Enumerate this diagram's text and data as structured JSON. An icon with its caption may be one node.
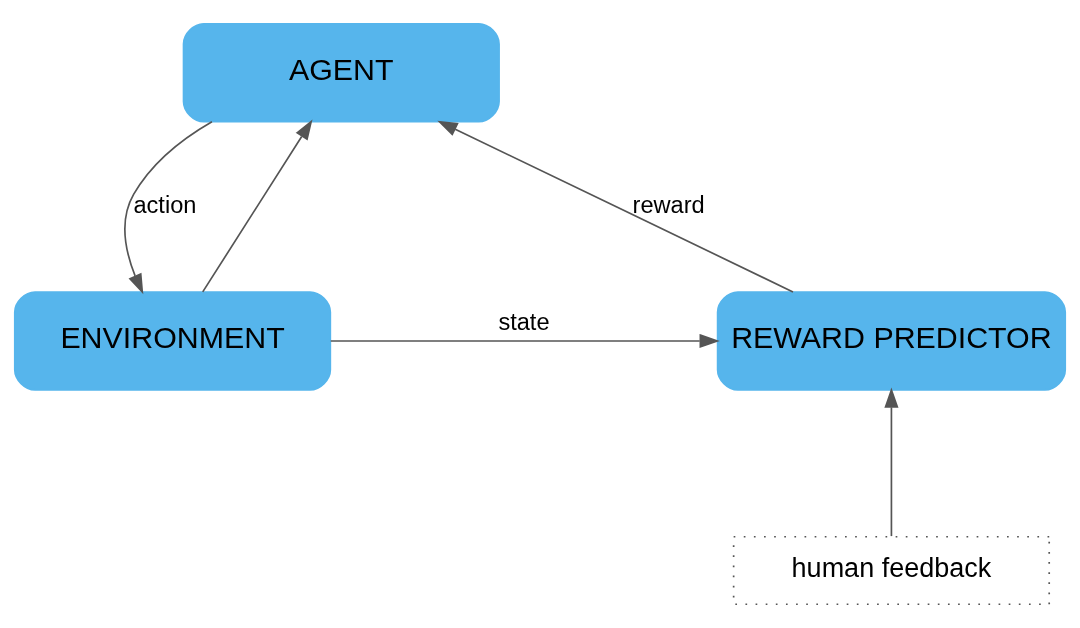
{
  "diagram": {
    "nodes": [
      {
        "text": [
          "AGENT"
        ]
      },
      {
        "text": [
          "ENVIRONMENT"
        ]
      },
      {
        "text": [
          "REWARD PREDICTOR"
        ]
      },
      {
        "text": [
          "human feedback"
        ]
      }
    ],
    "edges": [
      {
        "from": 0,
        "to": 1,
        "arrow": "to",
        "label": "action"
      },
      {
        "from": 1,
        "to": 0,
        "arrow": "to"
      },
      {
        "from": 1,
        "to": 2,
        "arrow": "to",
        "label": "state"
      },
      {
        "from": 2,
        "to": 0,
        "arrow": "to",
        "label": "reward"
      },
      {
        "from": 3,
        "to": 2,
        "arrow": "to"
      }
    ]
  }
}
